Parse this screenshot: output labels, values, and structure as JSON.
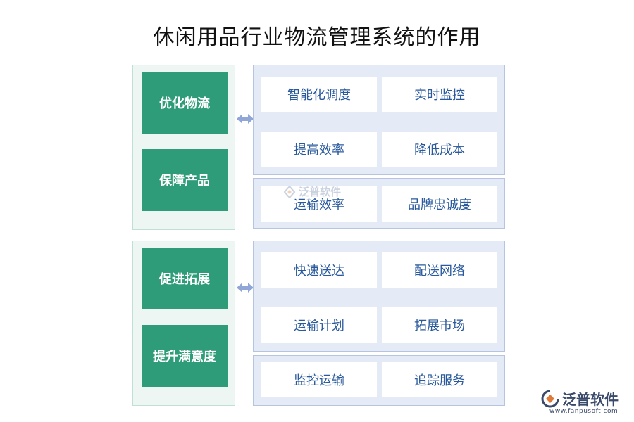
{
  "title": "休闲用品行业物流管理系统的作用",
  "groups": [
    {
      "left_items": [
        "优化物流",
        "保障产品"
      ],
      "right_items": [
        "智能化调度",
        "实时监控",
        "提高效率",
        "降低成本",
        "运输效率",
        "品牌忠诚度"
      ]
    },
    {
      "left_items": [
        "促进拓展",
        "提升满意度"
      ],
      "right_items": [
        "快速送达",
        "配送网络",
        "运输计划",
        "拓展市场",
        "监控运输",
        "追踪服务"
      ]
    }
  ],
  "watermark": {
    "text": "泛普软件"
  },
  "logo": {
    "text": "泛普软件",
    "url": "www.fanpusoft.com"
  },
  "colors": {
    "green": "#2e9c78",
    "blue_text": "#2a5a9c",
    "arrow": "#8fa6d6"
  }
}
